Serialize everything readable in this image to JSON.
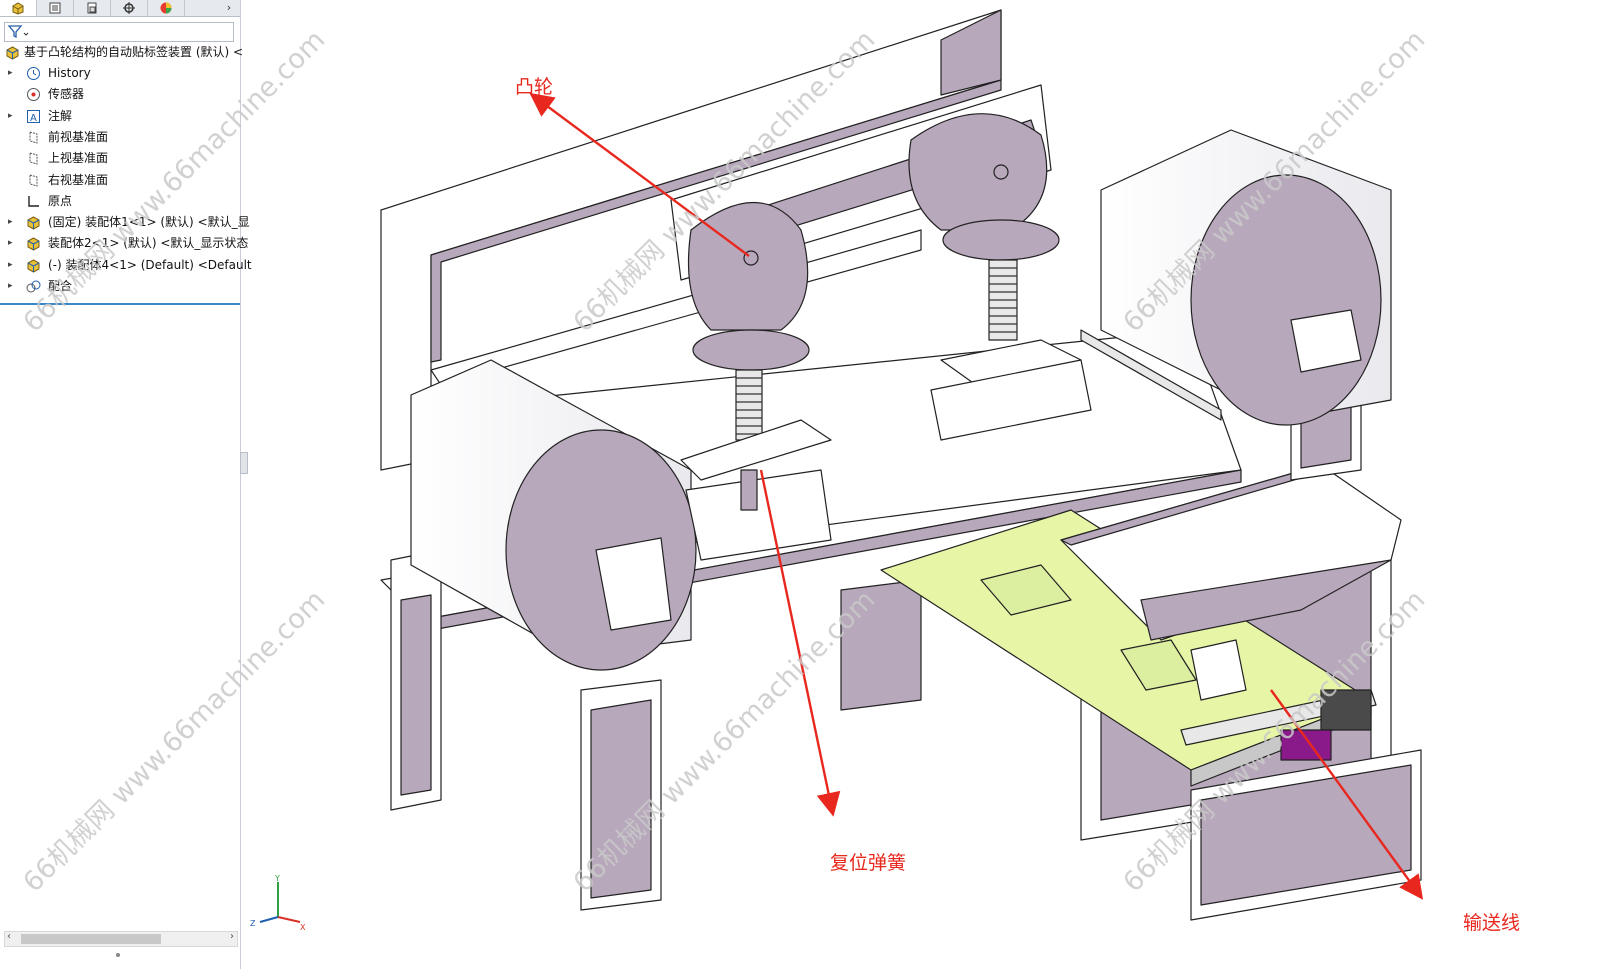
{
  "feature_tree": {
    "root": "基于凸轮结构的自动贴标签装置 (默认) <",
    "items": [
      {
        "label": "History",
        "icon": "history-icon",
        "expandable": true
      },
      {
        "label": "传感器",
        "icon": "sensor-icon",
        "expandable": false
      },
      {
        "label": "注解",
        "icon": "annotation-icon",
        "expandable": true
      },
      {
        "label": "前视基准面",
        "icon": "plane-icon",
        "expandable": false
      },
      {
        "label": "上视基准面",
        "icon": "plane-icon",
        "expandable": false
      },
      {
        "label": "右视基准面",
        "icon": "plane-icon",
        "expandable": false
      },
      {
        "label": "原点",
        "icon": "origin-icon",
        "expandable": false
      },
      {
        "label": "(固定) 装配体1<1> (默认) <默认_显",
        "icon": "assembly-icon",
        "expandable": true
      },
      {
        "label": "装配体2<1> (默认) <默认_显示状态",
        "icon": "assembly-icon",
        "expandable": true
      },
      {
        "label": "(-) 装配体4<1> (Default) <Default",
        "icon": "assembly-icon",
        "expandable": true
      },
      {
        "label": "配合",
        "icon": "mates-icon",
        "expandable": true
      }
    ]
  },
  "tabs": [
    "feature-manager-tab",
    "property-manager-tab",
    "configuration-manager-tab",
    "dimxpert-tab",
    "display-manager-tab"
  ],
  "callouts": {
    "cam": "凸轮",
    "spring": "复位弹簧",
    "conveyor": "输送线"
  },
  "watermark": "66机械网 www.66machine.com",
  "triad": {
    "x": "X",
    "y": "Y",
    "z": "Z"
  },
  "colors": {
    "part_fill": "#b8a8bc",
    "part_light": "#ffffff",
    "conveyor": "#e6f5a6",
    "annotation_red": "#e8281e",
    "tree_selection": "#3a87c8"
  }
}
